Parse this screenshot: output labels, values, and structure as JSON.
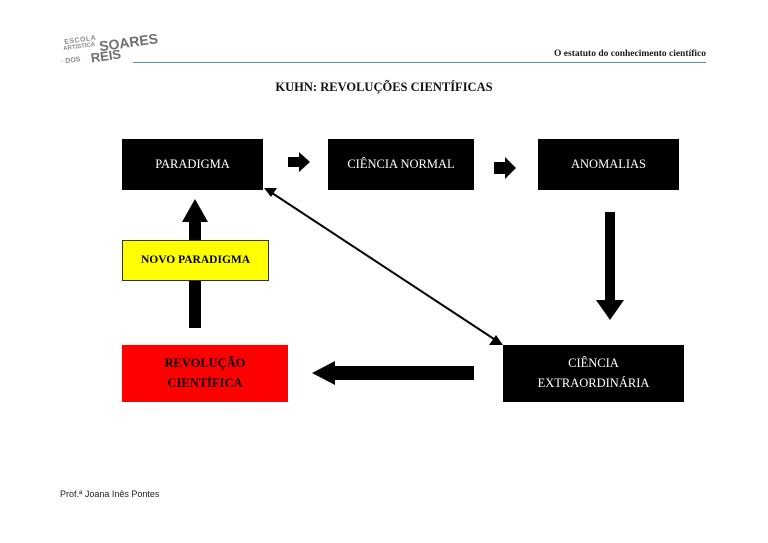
{
  "header": {
    "logo_text": {
      "line1": "ESCOLA",
      "line2": "ARTÍSTICA",
      "line3": "SOARES",
      "line4": "· DOS",
      "line5": "REIS"
    },
    "title": "O estatuto do conhecimento científico"
  },
  "page_title": "KUHN: REVOLUÇÕES CIENTÍFICAS",
  "nodes": {
    "paradigma": "PARADIGMA",
    "ciencia_normal": "CIÊNCIA NORMAL",
    "anomalias": "ANOMALIAS",
    "ciencia_extraordinaria_1": "CIÊNCIA",
    "ciencia_extraordinaria_2": "EXTRAORDINÁRIA",
    "revolucao_1": "REVOLUÇÃO",
    "revolucao_2": "CIENTÍFICA",
    "novo_paradigma": "NOVO PARADIGMA"
  },
  "colors": {
    "dark_box": "#000000",
    "revolucao": "#ff0000",
    "novo_paradigma": "#ffff00",
    "header_rule": "#5b8bbf"
  },
  "footer": "Prof.ª Joana Inês Pontes"
}
